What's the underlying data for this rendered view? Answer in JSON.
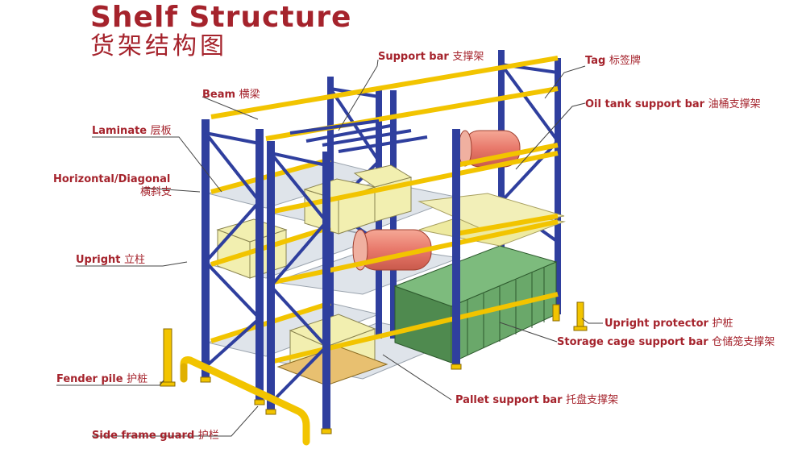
{
  "header": {
    "title": "Shelf Structure",
    "subtitle": "货架结构图"
  },
  "labels": {
    "support_bar": {
      "en": "Support bar",
      "zh": "支撑架"
    },
    "tag": {
      "en": "Tag",
      "zh": "标签牌"
    },
    "beam": {
      "en": "Beam",
      "zh": "横梁"
    },
    "oil_tank": {
      "en": "Oil tank support bar",
      "zh": "油桶支撑架"
    },
    "laminate": {
      "en": "Laminate",
      "zh": "层板"
    },
    "horizontal": {
      "en": "Horizontal/Diagonal",
      "zh": "横斜支"
    },
    "upright": {
      "en": "Upright",
      "zh": "立柱"
    },
    "upright_prot": {
      "en": "Upright protector",
      "zh": "护桩"
    },
    "storage_cage": {
      "en": "Storage cage support bar",
      "zh": "仓储笼支撑架"
    },
    "fender_pile": {
      "en": "Fender pile",
      "zh": "护桩"
    },
    "pallet": {
      "en": "Pallet support bar",
      "zh": "托盘支撑架"
    },
    "side_frame": {
      "en": "Side frame guard",
      "zh": "护栏"
    }
  },
  "colors": {
    "upright": "#2f3f9e",
    "beam": "#f2c400",
    "box": "#f2efb0",
    "barrel": "#e8786a",
    "cage": "#5a9a5a",
    "label": "#a5232c"
  }
}
